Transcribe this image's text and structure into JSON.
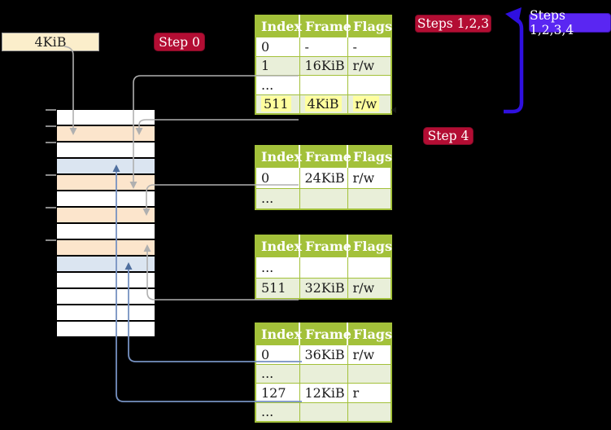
{
  "colors": {
    "background": "#000000",
    "table_header_green": "#a3c13a",
    "table_row_alt_green": "#e9efd9",
    "highlight_yellow": "#ffff9e",
    "badge_red": "#b30d33",
    "badge_violet": "#5a26f2",
    "thick_arrow_blue": "#2f10df",
    "gray_connector": "#b0b0b0",
    "blue_connector": "#7691c1",
    "blue_arrowhead": "#4f6f9f",
    "frame_label_bg": "#fbeecb",
    "strip_pagetable_peach": "#fce5cc",
    "strip_page_blue": "#dbe5f1",
    "strip_empty_white": "#ffffff"
  },
  "labels": {
    "frame_size": "4KiB",
    "step0": "Step 0",
    "steps123": "Steps 1,2,3",
    "steps1234": "Steps 1,2,3,4",
    "step4": "Step 4"
  },
  "memory_strip": {
    "rows": [
      {
        "kind": "empty"
      },
      {
        "kind": "pagetable"
      },
      {
        "kind": "empty"
      },
      {
        "kind": "page"
      },
      {
        "kind": "pagetable"
      },
      {
        "kind": "empty"
      },
      {
        "kind": "pagetable"
      },
      {
        "kind": "empty"
      },
      {
        "kind": "pagetable"
      },
      {
        "kind": "page"
      },
      {
        "kind": "empty"
      },
      {
        "kind": "empty"
      },
      {
        "kind": "empty"
      },
      {
        "kind": "empty"
      }
    ]
  },
  "page_tables": [
    {
      "name": "page-table-level-1",
      "headers": [
        "Index",
        "Frame",
        "Flags"
      ],
      "rows": [
        {
          "index": "0",
          "frame": "-",
          "flags": "-",
          "highlight": false
        },
        {
          "index": "1",
          "frame": "16KiB",
          "flags": "r/w",
          "highlight": false
        },
        {
          "index": "...",
          "frame": "",
          "flags": "",
          "highlight": false
        },
        {
          "index": "511",
          "frame": "4KiB",
          "flags": "r/w",
          "highlight": true
        }
      ]
    },
    {
      "name": "page-table-level-2",
      "headers": [
        "Index",
        "Frame",
        "Flags"
      ],
      "rows": [
        {
          "index": "0",
          "frame": "24KiB",
          "flags": "r/w",
          "highlight": false
        },
        {
          "index": "...",
          "frame": "",
          "flags": "",
          "highlight": false
        }
      ]
    },
    {
      "name": "page-table-level-3",
      "headers": [
        "Index",
        "Frame",
        "Flags"
      ],
      "rows": [
        {
          "index": "...",
          "frame": "",
          "flags": "",
          "highlight": false
        },
        {
          "index": "511",
          "frame": "32KiB",
          "flags": "r/w",
          "highlight": false
        }
      ]
    },
    {
      "name": "page-table-level-4",
      "headers": [
        "Index",
        "Frame",
        "Flags"
      ],
      "rows": [
        {
          "index": "0",
          "frame": "36KiB",
          "flags": "r/w",
          "highlight": false
        },
        {
          "index": "...",
          "frame": "",
          "flags": "",
          "highlight": false
        },
        {
          "index": "127",
          "frame": "12KiB",
          "flags": "r",
          "highlight": false
        },
        {
          "index": "...",
          "frame": "",
          "flags": "",
          "highlight": false
        }
      ]
    }
  ]
}
